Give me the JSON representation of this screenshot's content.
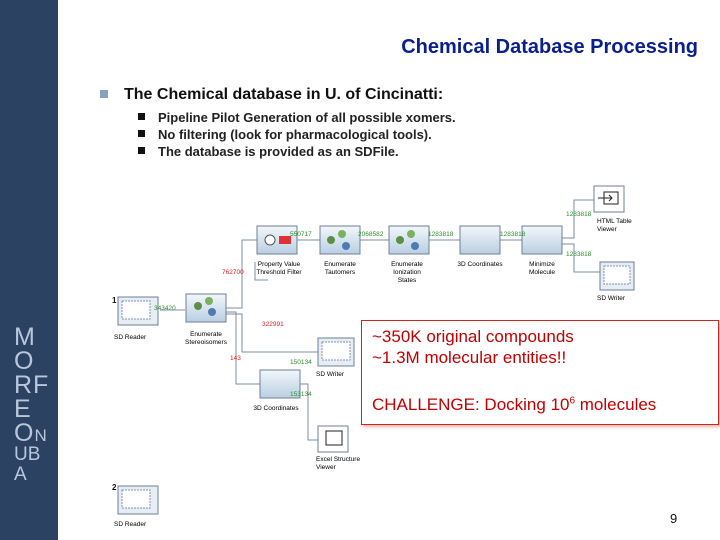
{
  "slide": {
    "title": "Chemical Database Processing",
    "bullet_main": "The Chemical database in U. of Cincinatti:",
    "sub_bullets": [
      "Pipeline Pilot Generation of all possible xomers.",
      "No filtering (look for pharmacological tools).",
      "The database is provided as an SDFile."
    ],
    "sidebar_letters": {
      "m": "M",
      "o": "O",
      "rf": "RF",
      "e": "E",
      "o2": "O",
      "n": "N",
      "ub": "UB",
      "a": "A"
    },
    "page_number": "9"
  },
  "workflow": {
    "nodes": {
      "sd_reader": "SD Reader",
      "enum_stereo_1": "Enumerate",
      "enum_stereo_2": "Stereoisomers",
      "prop_val_1": "Property Value",
      "prop_val_2": "Threshold Filter",
      "enum_taut_1": "Enumerate",
      "enum_taut_2": "Tautomers",
      "enum_ion_1": "Enumerate",
      "enum_ion_2": "Ionization",
      "enum_ion_3": "States",
      "coords_3d_top": "3D Coordinates",
      "minimize_1": "Minimize",
      "minimize_2": "Molecule",
      "html_viewer_1": "HTML Table",
      "html_viewer_2": "Viewer",
      "sd_writer_top": "SD Writer",
      "sd_writer_mid": "SD Writer",
      "coords_3d_mid": "3D Coordinates",
      "excel_1": "Excel Structure",
      "excel_2": "Viewer",
      "sd_reader_2": "SD Reader"
    },
    "counts": {
      "c1": "550717",
      "c2": "2068582",
      "c3": "1283818",
      "c4": "1283818",
      "c5": "1283818",
      "c6": "1283818",
      "c7": "762700",
      "c8": "343420",
      "c9": "322991",
      "c10": "143",
      "c11": "150134",
      "c12": "153134"
    },
    "labels": {
      "n1": "1",
      "n2": "2"
    }
  },
  "callout": {
    "line1": "~350K original compounds",
    "line2": "~1.3M molecular entities!!",
    "line3_prefix": "CHALLENGE: Docking 10",
    "line3_exp": "6",
    "line3_suffix": " molecules"
  },
  "colors": {
    "sidebar": "#2b4262",
    "title": "#0a1f8c",
    "callout_text": "#c00000",
    "count_green": "#2e8b2e",
    "count_red": "#cc2222"
  }
}
